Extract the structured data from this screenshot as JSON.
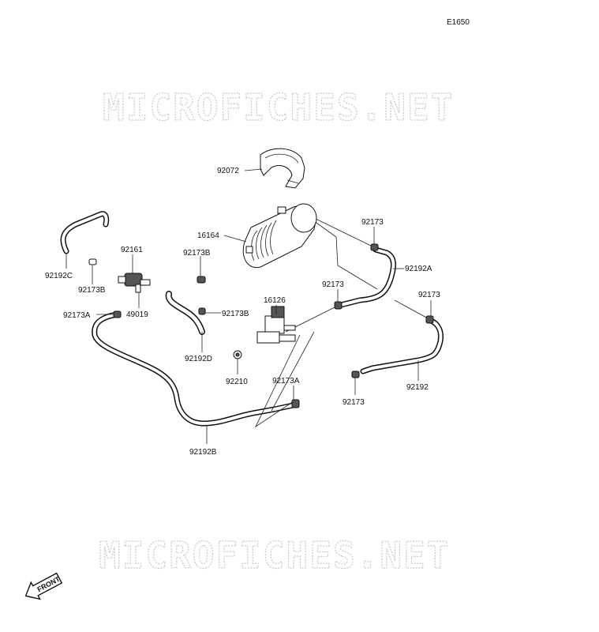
{
  "diagram_code": "E1650",
  "watermark": "MICROFICHES.NET",
  "front_label": "FRONT",
  "labels": {
    "p92072": "92072",
    "p16164": "16164",
    "p92173_top": "92173",
    "p92192A": "92192A",
    "p92173B_canister": "92173B",
    "p92161": "92161",
    "p92192C": "92192C",
    "p92173B_left": "92173B",
    "p92173A_left": "92173A",
    "p49019": "49019",
    "p92173B_mid": "92173B",
    "p92192D": "92192D",
    "p16126": "16126",
    "p92173_mid": "92173",
    "p92173_right": "92173",
    "p92210": "92210",
    "p92173A_bottom": "92173A",
    "p92192": "92192",
    "p92173_lower": "92173",
    "p92192B": "92192B"
  }
}
